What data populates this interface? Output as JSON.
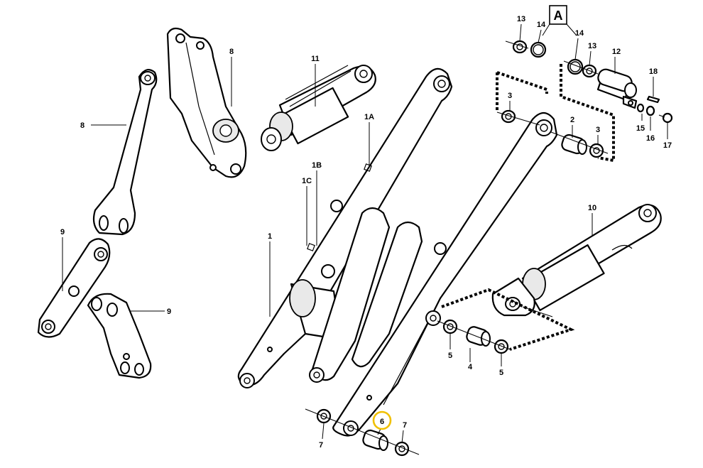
{
  "diagram": {
    "group_label": "A",
    "highlight_color": "#f0c000",
    "highlighted_part": "6",
    "callouts": [
      {
        "id": "c-13a",
        "text": "13"
      },
      {
        "id": "c-14a",
        "text": "14"
      },
      {
        "id": "c-14b",
        "text": "14"
      },
      {
        "id": "c-13b",
        "text": "13"
      },
      {
        "id": "c-12",
        "text": "12"
      },
      {
        "id": "c-18",
        "text": "18"
      },
      {
        "id": "c-8a",
        "text": "8"
      },
      {
        "id": "c-8b",
        "text": "8"
      },
      {
        "id": "c-11",
        "text": "11"
      },
      {
        "id": "c-1A",
        "text": "1A"
      },
      {
        "id": "c-3a",
        "text": "3"
      },
      {
        "id": "c-2",
        "text": "2"
      },
      {
        "id": "c-3b",
        "text": "3"
      },
      {
        "id": "c-15",
        "text": "15"
      },
      {
        "id": "c-16",
        "text": "16"
      },
      {
        "id": "c-17",
        "text": "17"
      },
      {
        "id": "c-1B",
        "text": "1B"
      },
      {
        "id": "c-1C",
        "text": "1C"
      },
      {
        "id": "c-10",
        "text": "10"
      },
      {
        "id": "c-1",
        "text": "1"
      },
      {
        "id": "c-9a",
        "text": "9"
      },
      {
        "id": "c-9b",
        "text": "9"
      },
      {
        "id": "c-5a",
        "text": "5"
      },
      {
        "id": "c-4",
        "text": "4"
      },
      {
        "id": "c-5b",
        "text": "5"
      },
      {
        "id": "c-6",
        "text": "6"
      },
      {
        "id": "c-7a",
        "text": "7"
      },
      {
        "id": "c-7b",
        "text": "7"
      }
    ]
  }
}
